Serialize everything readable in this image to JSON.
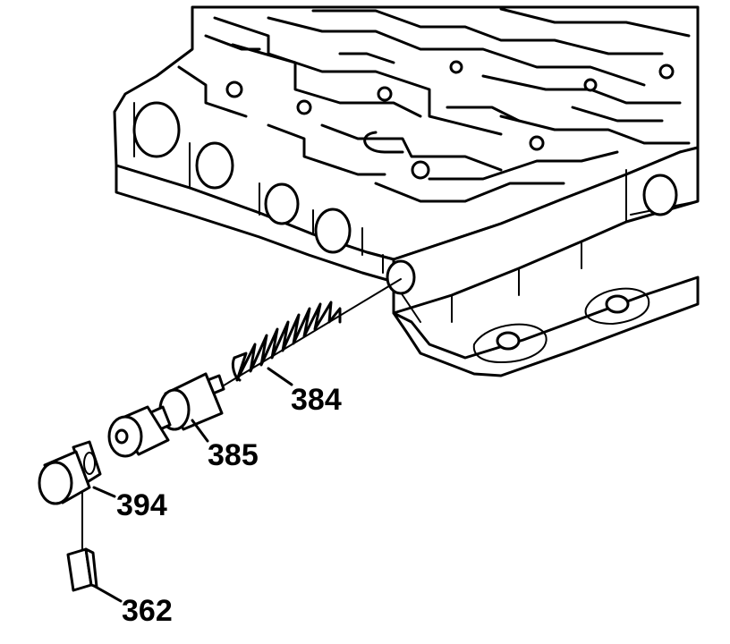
{
  "diagram": {
    "callouts": [
      {
        "id": "spring",
        "label": "384"
      },
      {
        "id": "valve",
        "label": "385"
      },
      {
        "id": "plug",
        "label": "394"
      },
      {
        "id": "clip",
        "label": "362"
      }
    ]
  }
}
